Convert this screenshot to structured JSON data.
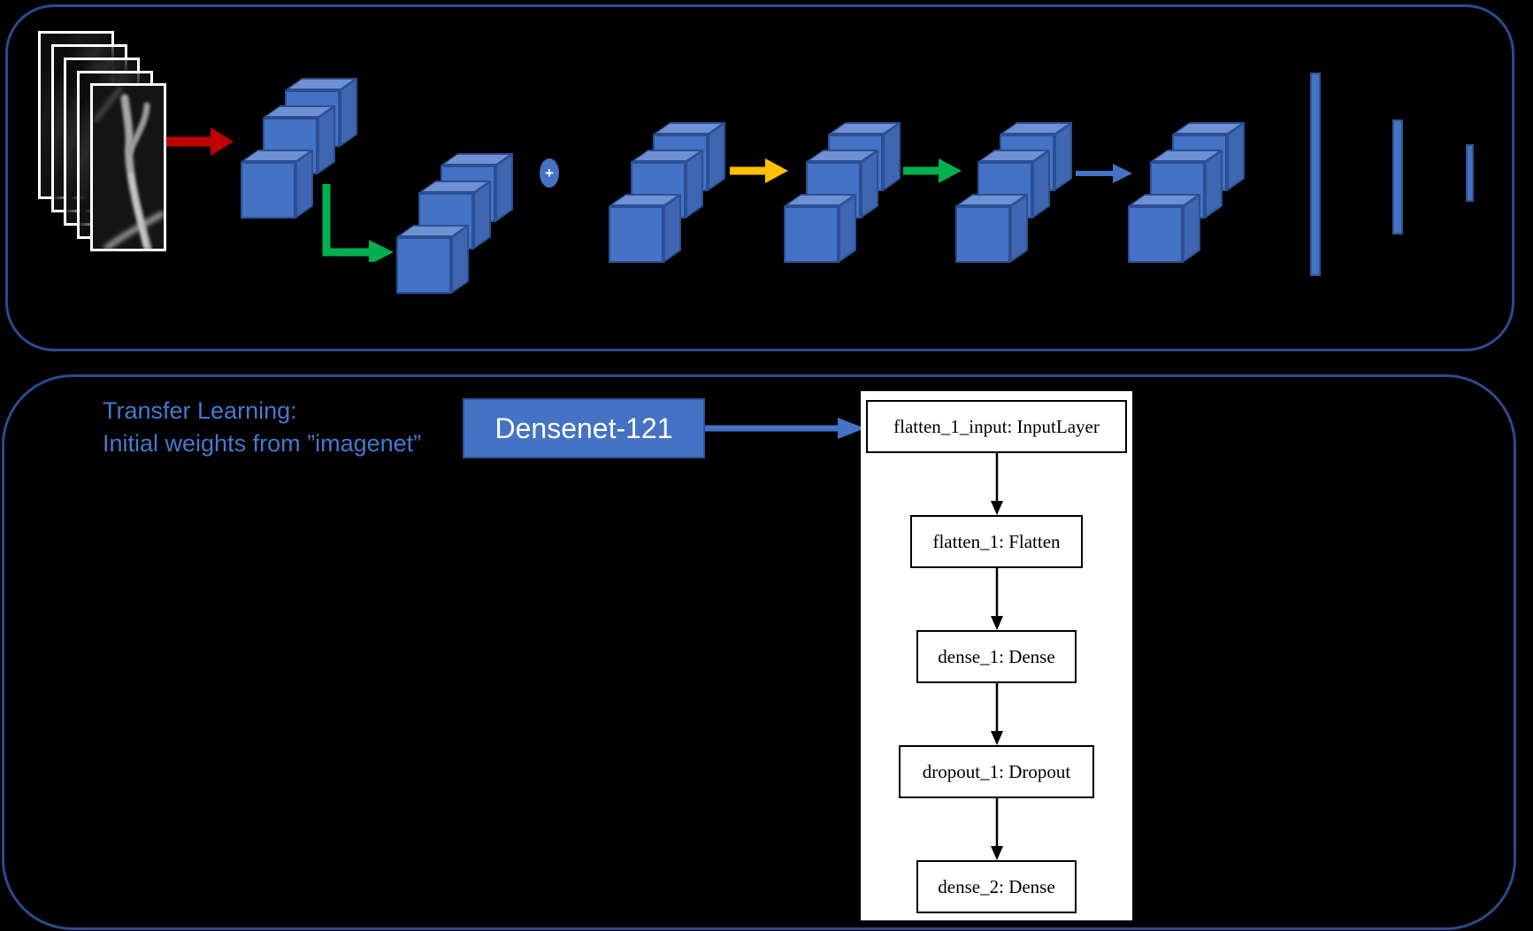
{
  "colors": {
    "page-bg": "#000000",
    "panel-border": "#2b4b8d",
    "cube-front": "#4472c4",
    "cube-top": "#6f90d2",
    "cube-side": "#3f66b0",
    "cube-border": "#2b4f93",
    "bar-fill": "#4472c4",
    "bar-border": "#2f5395",
    "arrow-red": "#c00000",
    "arrow-green": "#00b050",
    "arrow-yellow": "#ffc000",
    "arrow-blue": "#4472c4",
    "accent-text": "#4778cf",
    "densenet-bg": "#4472c4",
    "densenet-text": "#ffffff",
    "flowchart-bg": "#ffffff",
    "flowchart-border": "#000000"
  },
  "top_panel": {
    "plus_label": "+"
  },
  "bottom_panel": {
    "transfer_line1": "Transfer Learning:",
    "transfer_line2": "Initial weights from ”imagenet”",
    "densenet_label": "Densenet-121",
    "flowchart": {
      "nodes": [
        {
          "label": "flatten_1_input: InputLayer"
        },
        {
          "label": "flatten_1: Flatten"
        },
        {
          "label": "dense_1: Dense"
        },
        {
          "label": "dropout_1: Dropout"
        },
        {
          "label": "dense_2: Dense"
        }
      ]
    }
  }
}
